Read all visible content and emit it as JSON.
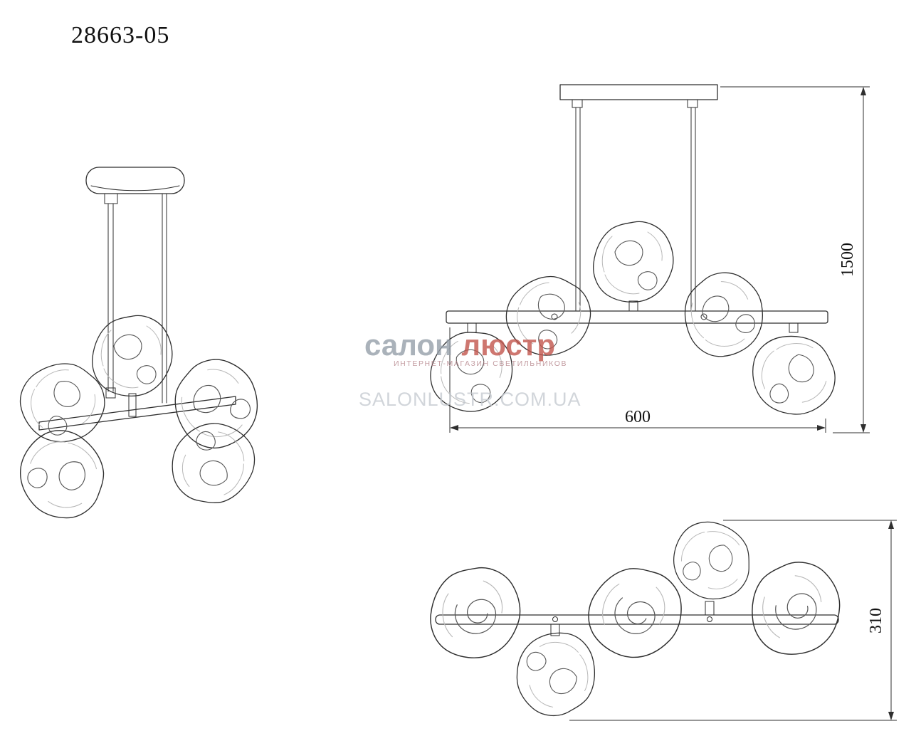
{
  "page": {
    "model_number": "28663-05"
  },
  "dimensions": {
    "height_mm": "1500",
    "width_mm": "600",
    "depth_mm": "310"
  },
  "watermark": {
    "brand_word1": "салон",
    "brand_word2": "люстр",
    "tagline": "ИНТЕРНЕТ-МАГАЗИН СВЕТИЛЬНИКОВ",
    "site": "SALONLUSTR.COM.UA"
  },
  "colors": {
    "line": "#2f2f2f",
    "line_light": "#b8b8b8",
    "watermark_gray": "#96a0a9",
    "watermark_red": "#c2564d",
    "watermark_tagline": "#b5848a",
    "watermark_site": "#c6cbd1"
  }
}
